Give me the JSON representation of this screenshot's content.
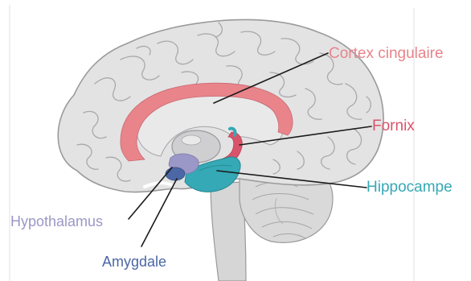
{
  "labels": {
    "cortex_cingulaire": "Cortex cingulaire",
    "fornix": "Fornix",
    "hippocampe": "Hippocampe",
    "hypothalamus": "Hypothalamus",
    "amygdale": "Amygdale"
  },
  "colors": {
    "cortex_cingulaire": "#e8848a",
    "fornix": "#d9536a",
    "hippocampe": "#35a9b5",
    "hypothalamus": "#9b97c6",
    "amygdale": "#4b67a6",
    "brain_fill": "#e3e3e4",
    "brain_outline": "#9a9a9c",
    "leader_line": "#1a1a1a"
  }
}
